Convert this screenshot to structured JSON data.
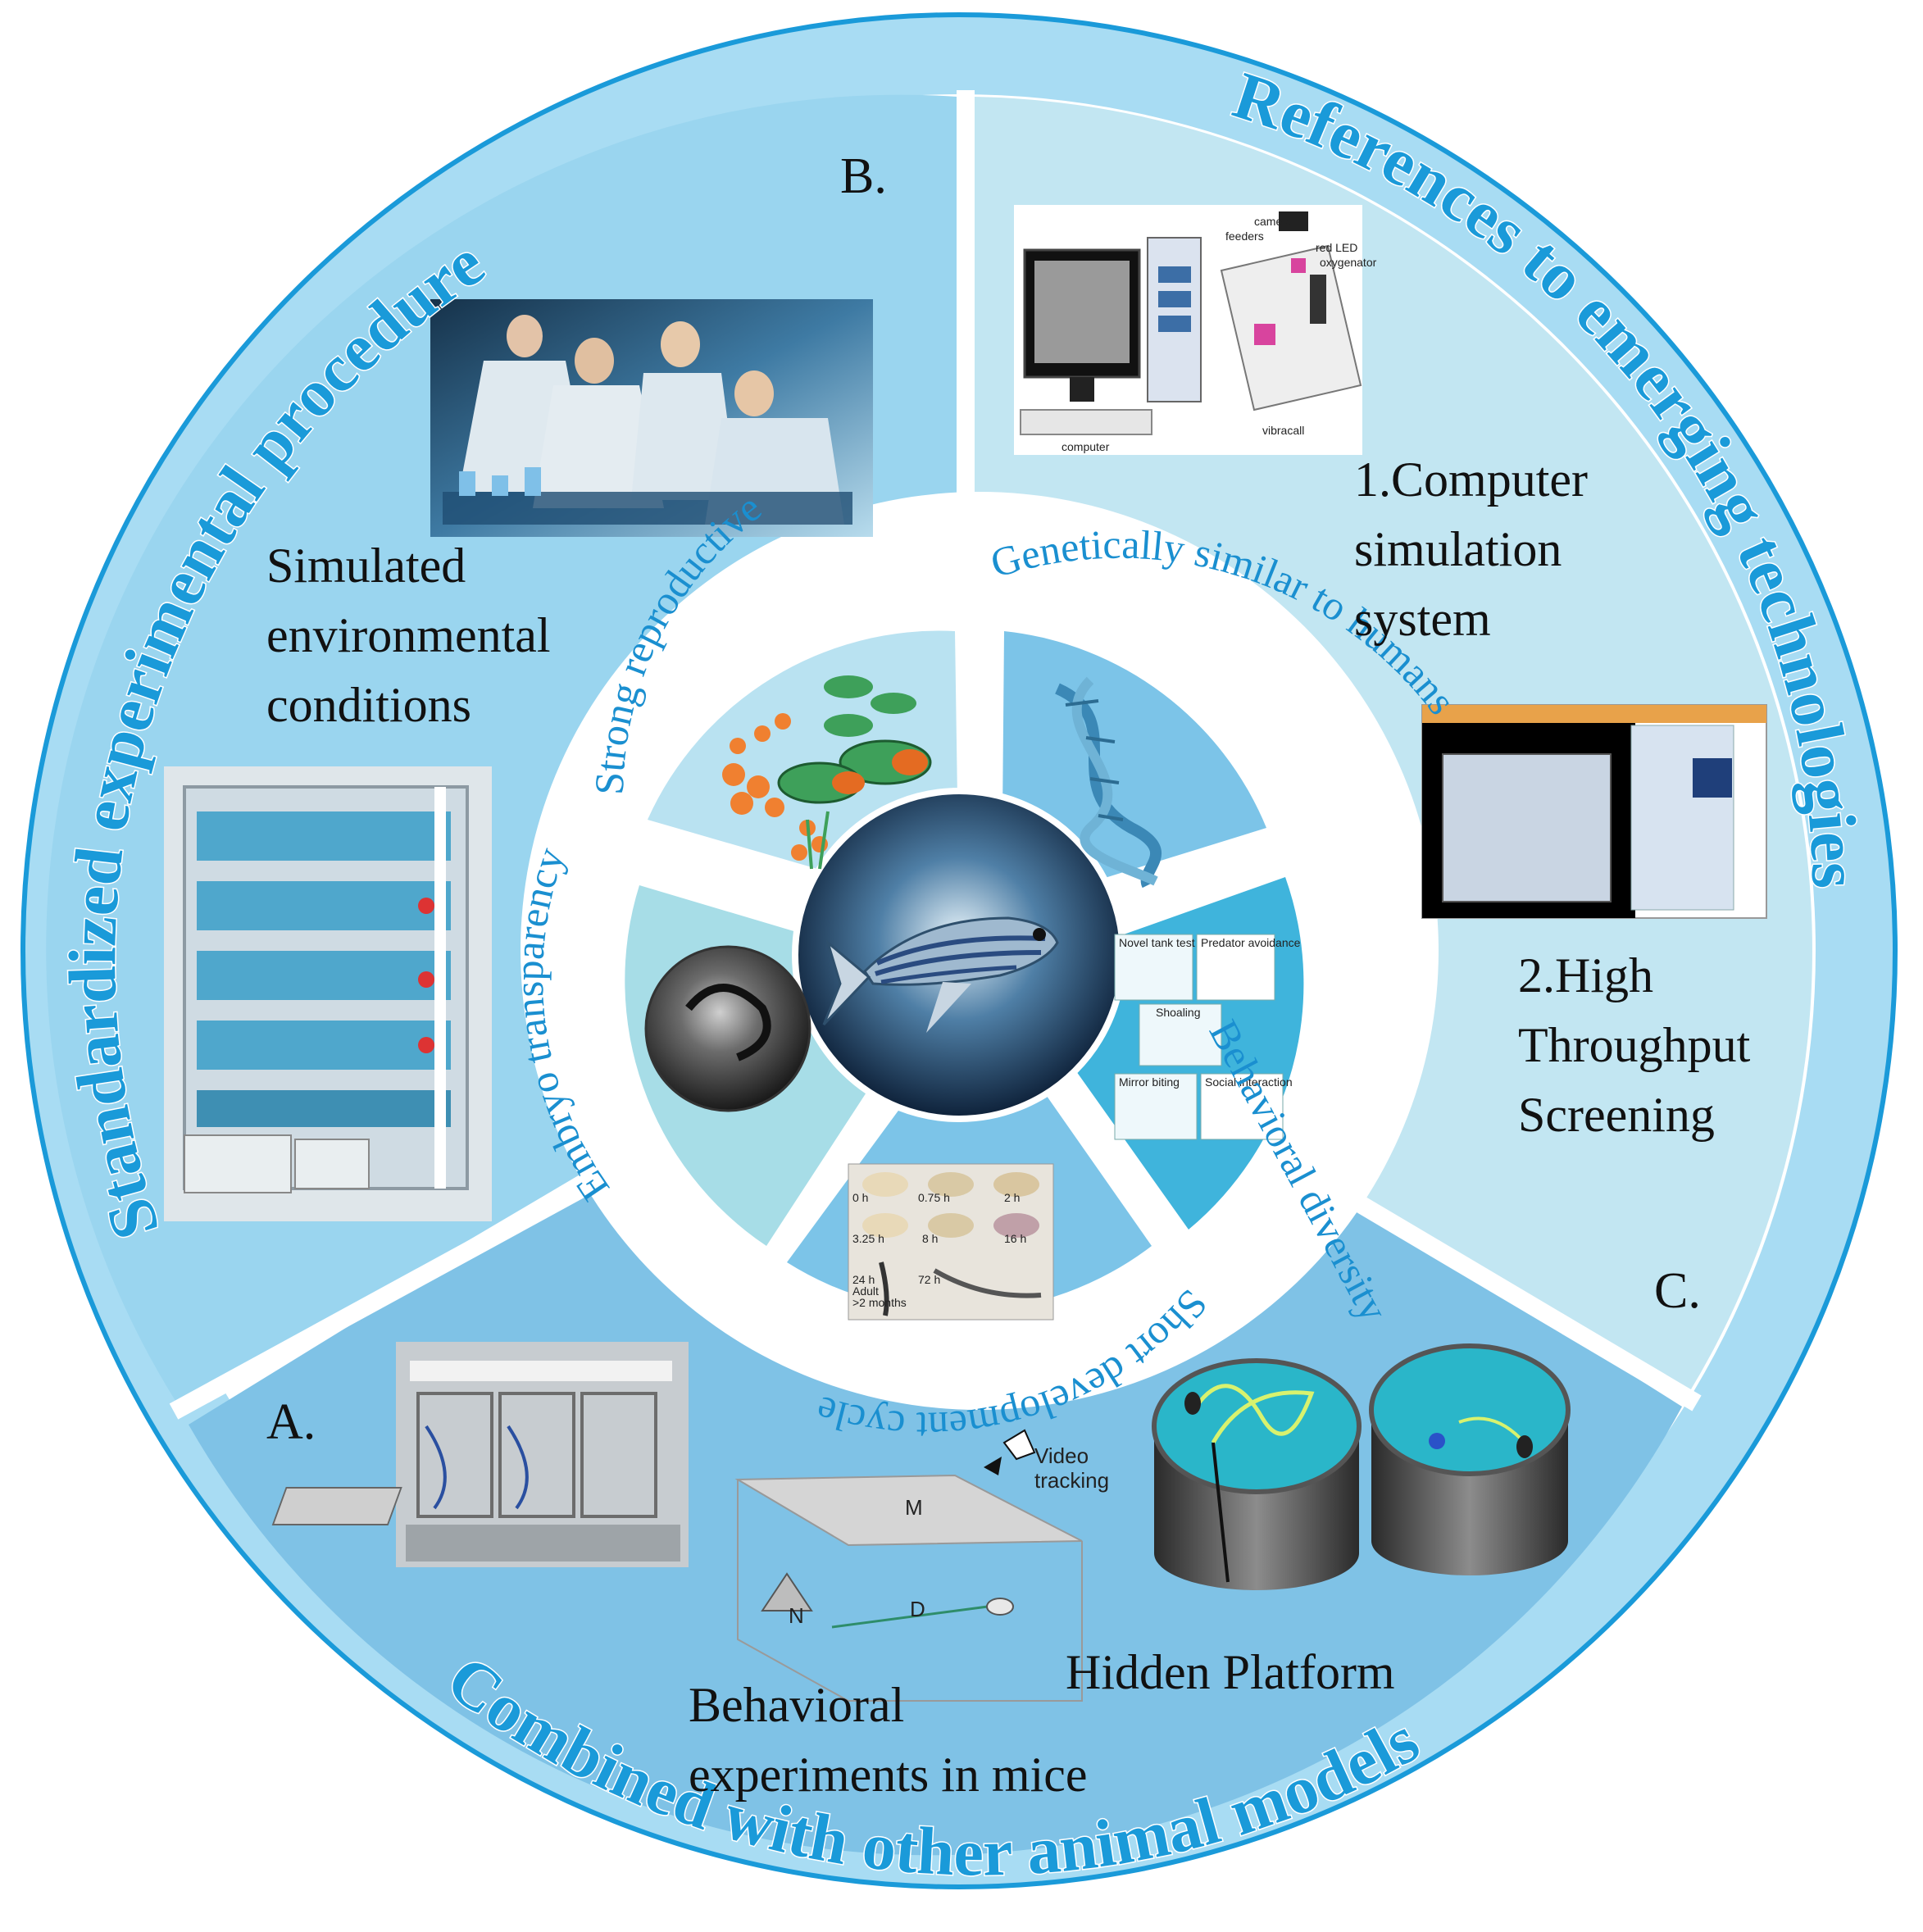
{
  "outer_titles": {
    "left": "Standardized experimental procedure",
    "right": "References to emerging technologies",
    "bottom": "Combined with other animal models"
  },
  "inner_titles": {
    "strong_reproductive": "Strong reproductive",
    "genetically_similar": "Genetically similar to humans",
    "behavioral_diversity": "Behavioral diversity",
    "short_development": "Short development cycle",
    "embryo_transparency": "Embryo transparency"
  },
  "section_b": {
    "letter": "B.",
    "label_lines": [
      "Simulated",
      "environmental",
      "conditions"
    ]
  },
  "section_c": {
    "letter": "C.",
    "item1_lines": [
      "1.Computer",
      "simulation",
      "system"
    ],
    "item2_lines": [
      "2.High",
      "Throughput",
      "Screening"
    ],
    "computer_diagram_labels": {
      "camera": "camera",
      "feeders": "feeders",
      "red_led": "red LED",
      "oxygenator": "oxygenator",
      "vibracall": "vibracall",
      "computer": "computer"
    }
  },
  "section_a": {
    "letter": "A.",
    "platform_label": "Hidden Platform",
    "behavior_lines": [
      "Behavioral",
      "experiments in mice"
    ],
    "maze_labels": {
      "video": "Video",
      "tracking": "tracking",
      "m": "M",
      "n": "N",
      "d": "D"
    }
  },
  "behavior_panel_labels": {
    "p1": "Novel tank test",
    "p2": "Predator avoidance",
    "p3": "Shoaling",
    "p4": "Mirror biting",
    "p5": "Social interaction"
  },
  "development_labels": [
    "0 h",
    "0.75 h",
    "2 h",
    "3.25 h",
    "8 h",
    "16 h",
    "24 h",
    "72 h",
    "Adult",
    ">2 months"
  ],
  "colors": {
    "outer_ring": "#a8dcf3",
    "section_b": "#9ad5ef",
    "section_c": "#c2e6f2",
    "section_a": "#7fc2e6",
    "title": "#1a9ad9",
    "inner_text": "#1a8fd0"
  }
}
